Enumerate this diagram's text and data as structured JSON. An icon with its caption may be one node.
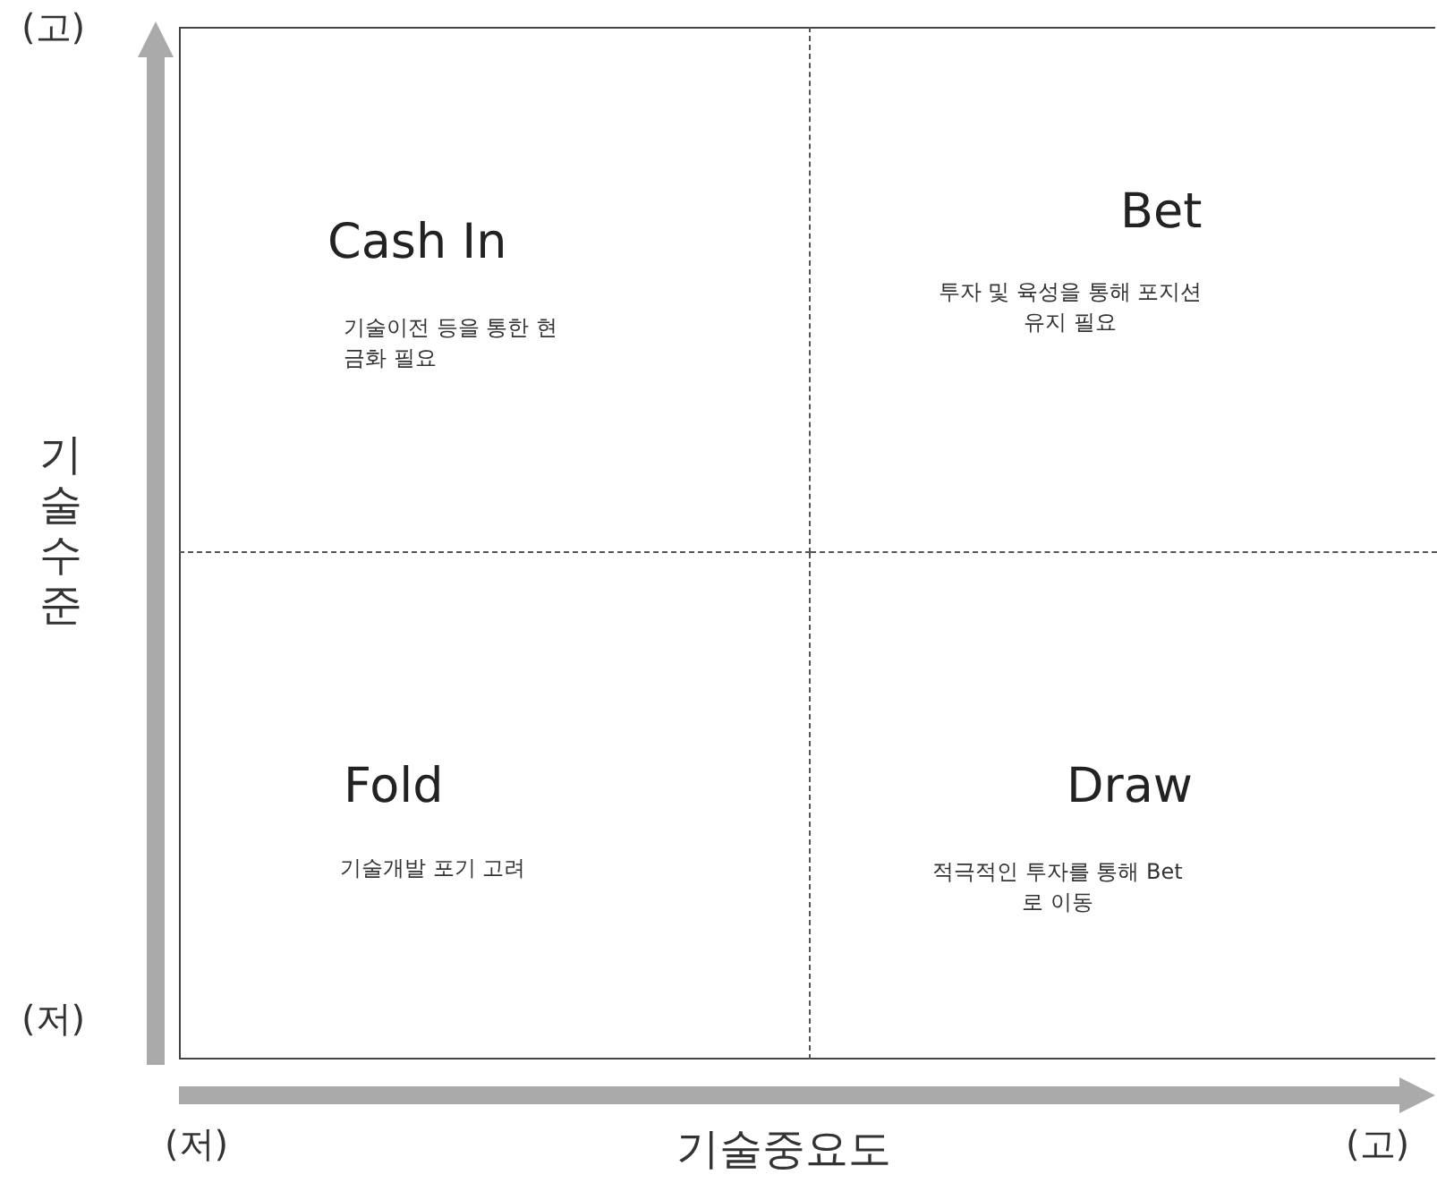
{
  "diagram": {
    "nodes": [
      {
        "text": [
          "Cash In",
          "기술이전 등을 통한 현금화 필요"
        ]
      },
      {
        "text": [
          "Bet",
          "투자 및 육성을 통해 포지션 유지 필요"
        ]
      },
      {
        "text": [
          "Fold",
          "기술개발 포기 고려"
        ]
      },
      {
        "text": [
          "Draw",
          "적극적인 투자를 통해 Bet로 이동"
        ]
      }
    ],
    "edges": [],
    "labels": [
      "(고)",
      "기술수준",
      "(저)",
      "(저)",
      "기술중요도",
      "(고)"
    ]
  }
}
